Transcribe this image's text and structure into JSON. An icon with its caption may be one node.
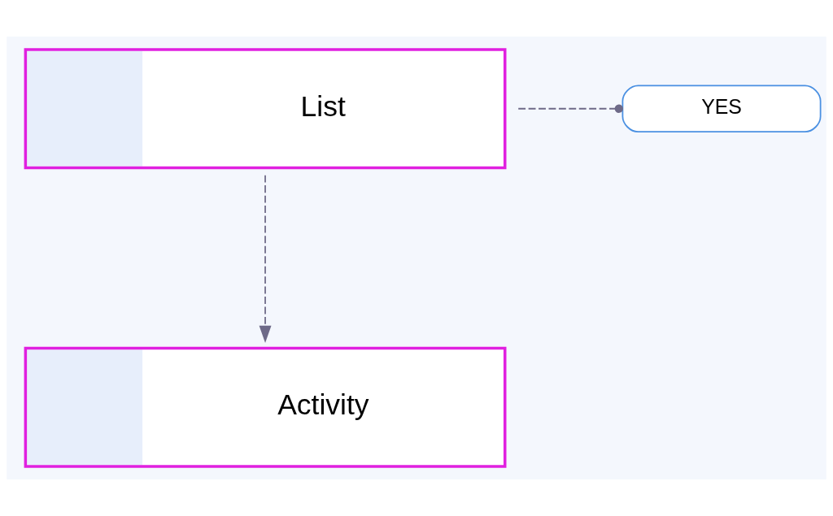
{
  "diagram": {
    "nodes": [
      {
        "text": [
          "List"
        ]
      },
      {
        "text": [
          "YES"
        ]
      },
      {
        "text": [
          "Activity"
        ]
      }
    ],
    "edges": [
      {
        "from": 0,
        "to": 1,
        "arrow": "other",
        "style": "dashed"
      },
      {
        "from": 0,
        "to": 2,
        "arrow": "to",
        "style": "dashed"
      }
    ]
  }
}
